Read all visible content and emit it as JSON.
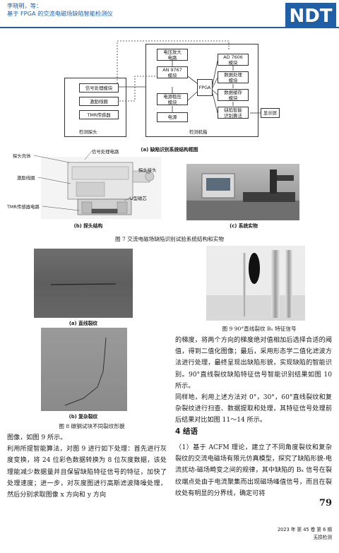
{
  "header": {
    "authors": "李晓明，等：",
    "title": "基于 FPGA 的交流电磁场缺陷智能检测仪",
    "logo": "NDT"
  },
  "diagram": {
    "probe_frame": "检测探头",
    "host_frame": "检测机箱",
    "probe_blocks": [
      "信号处理模块",
      "激励线圈",
      "TMR传感器"
    ],
    "host_left_blocks": [
      "电压放大\n电路",
      "AN 9767\n模块",
      "电源稳压\n模块",
      "电源"
    ],
    "fpga": "FPGA",
    "host_right_blocks": [
      "AD 7606\n模块",
      "数据处理\n模块",
      "数据缓存\n模块",
      "缺陷智能\n识别算法"
    ],
    "display": "显示屏",
    "caption_a": "(a) 缺陷识别系统结构框图"
  },
  "probe_structure": {
    "labels": [
      "探头壳体",
      "信号处理电路",
      "探头接头",
      "激励线圈",
      "U型磁芯",
      "TMR传感器电路"
    ],
    "caption_b": "(b) 探头结构",
    "caption_c": "(c) 系统实物"
  },
  "fig7_caption": "图 7   交流电磁场缺陷识别试验系统结构和实物",
  "fig8": {
    "caption_a": "(a) 直线裂纹",
    "caption_b": "(b) 复杂裂纹",
    "caption": "图 8   碳钢试块不同裂纹形貌"
  },
  "fig9_caption": "图 9   90°直线裂纹 Bₓ 特征信号",
  "left_text": {
    "line1": "图像，如图 9 所示。",
    "para2": "利用所提智能算法，对图 9 进行如下处理：首先进行灰度变换，将 24 位彩色数据转换为 8 位灰度数据，该处理能减少数据量并且保留缺陷特征信号的特征，加快了处理速度；进一步，对灰度图进行高斯滤波降噪处理，然后分别求取图像 x 方向和 y 方向"
  },
  "right_text": {
    "para1": "的梯度，将两个方向的梯度绝对值相加后选择合适的阈值，得到二值化图像；最后，采用形态学二值化滤波方法进行处理，最终呈现出缺陷形貌，实现缺陷的智能识别。90°直线裂纹缺陷特征信号智能识别结果如图 10 所示。",
    "para2": "同样地，利用上述方法对 0°，30°，60°直线裂纹和复杂裂纹进行扫查、数据提取和处理，其特征信号处理前后结果对比如图 11～14 所示。",
    "section": "4   结语",
    "para3": "（1）基于 ACFM 理论，建立了不同角度裂纹和复杂裂纹的交流电磁场有限元仿真模型，探究了缺陷形貌-电流扰动-磁场畸变之间的规律，其中缺陷的 Bₓ 信号在裂纹端点处由于电流聚集而出现磁场峰值信号，而且在裂纹处有明显的分界线，确定可将"
  },
  "footer": {
    "page_number": "79",
    "issue": "2023 年 第 45 卷 第 6 期",
    "journal": "无损检测"
  }
}
